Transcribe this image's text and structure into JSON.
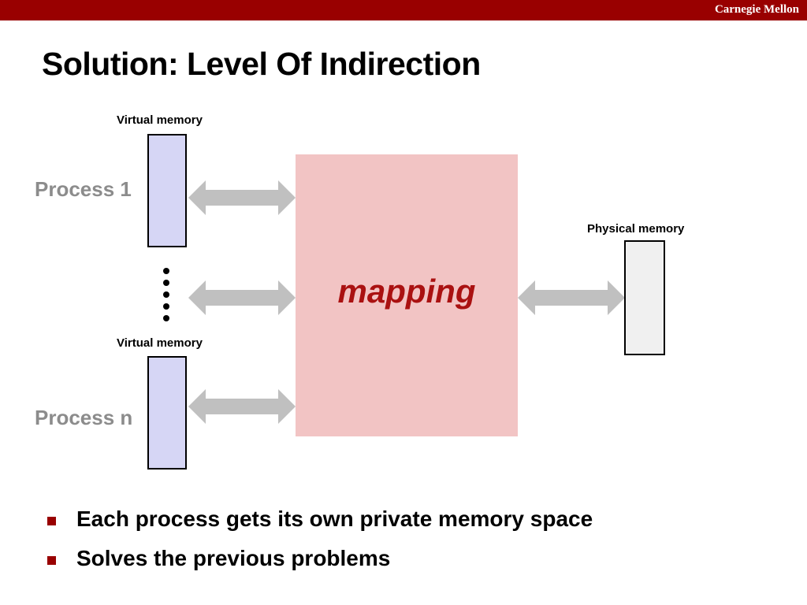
{
  "header": {
    "brand": "Carnegie Mellon"
  },
  "title": "Solution: Level Of Indirection",
  "diagram": {
    "virtual_memory_top_label": "Virtual memory",
    "virtual_memory_bottom_label": "Virtual memory",
    "process_1_label": "Process 1",
    "process_n_label": "Process n",
    "mapping_label": "mapping",
    "physical_memory_label": "Physical memory"
  },
  "bullets": [
    "Each process gets its own private memory space",
    "Solves the previous problems"
  ],
  "colors": {
    "brand_bar": "#990000",
    "virtual_memory_fill": "#d6d6f5",
    "physical_memory_fill": "#f0f0f0",
    "mapping_fill": "#f2c4c4",
    "mapping_text": "#aa1111",
    "arrow": "#c0c0c0",
    "process_label": "#8c8c8c"
  }
}
